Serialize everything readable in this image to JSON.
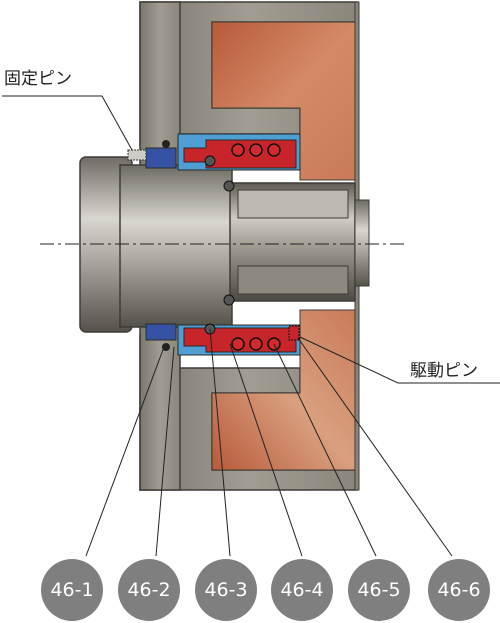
{
  "labels": {
    "fixed_pin": "固定ピン",
    "drive_pin": "駆動ピン"
  },
  "badges": [
    "46-1",
    "46-2",
    "46-3",
    "46-4",
    "46-5",
    "46-6"
  ],
  "colors": {
    "housing": "#8f8b80",
    "housing_edge": "#4a4640",
    "copper": "#c06a4a",
    "seal_red": "#c8252a",
    "seal_blue": "#4f9fd4",
    "ring_blue": "#3552a5",
    "badge": "#7f7f7f"
  }
}
